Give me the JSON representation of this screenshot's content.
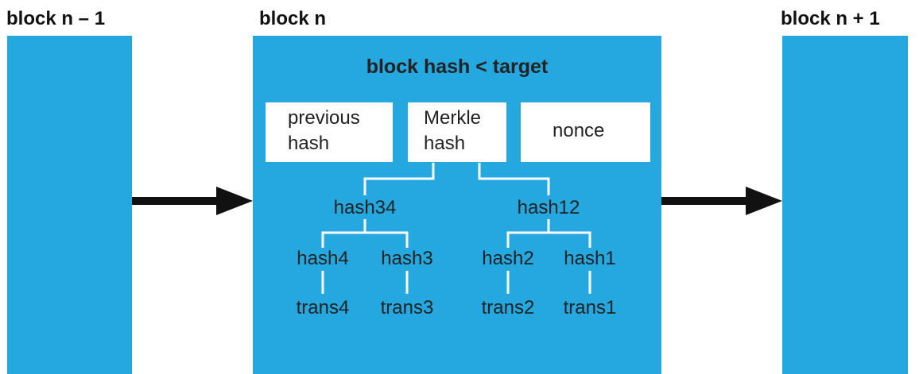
{
  "blocks": {
    "prev_label": "block n – 1",
    "current_label": "block n",
    "next_label": "block n + 1"
  },
  "header": {
    "title": "block hash < target",
    "previous_hash_line1": "previous",
    "previous_hash_line2": "hash",
    "merkle_hash_line1": "Merkle",
    "merkle_hash_line2": "hash",
    "nonce": "nonce"
  },
  "tree": {
    "hash34": "hash34",
    "hash12": "hash12",
    "hash4": "hash4",
    "hash3": "hash3",
    "hash2": "hash2",
    "hash1": "hash1",
    "trans4": "trans4",
    "trans3": "trans3",
    "trans2": "trans2",
    "trans1": "trans1"
  },
  "colors": {
    "block_fill": "#25a7df",
    "box_fill": "#ffffff",
    "line": "#ffffff",
    "arrow": "#111111"
  }
}
